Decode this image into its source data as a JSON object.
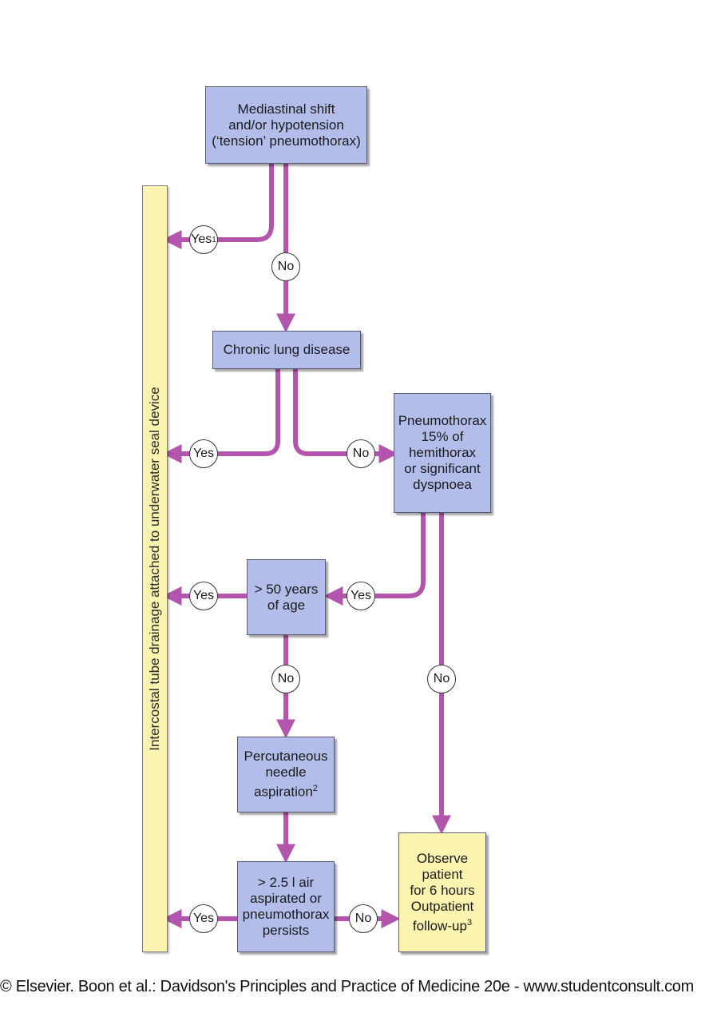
{
  "sidebar_label": "Intercostal tube drainage attached to underwater seal device",
  "boxes": {
    "mediastinal": [
      "Mediastinal shift",
      "and/or hypotension",
      "(‘tension’ pneumothorax)"
    ],
    "chronic": [
      "Chronic lung disease"
    ],
    "pneumothorax": [
      "Pneumothorax",
      "15% of",
      "hemithorax",
      "or significant",
      "dyspnoea"
    ],
    "age": [
      "> 50 years",
      "of age"
    ],
    "needle": [
      "Percutaneous",
      "needle",
      "aspiration"
    ],
    "needle_sup": "2",
    "aspirated": [
      "> 2.5 l air",
      "aspirated or",
      "pneumothorax",
      "persists"
    ],
    "observe": [
      "Observe",
      "patient",
      "for 6 hours",
      "Outpatient",
      "follow-up"
    ],
    "observe_sup": "3"
  },
  "decisions": {
    "yes": "Yes",
    "no": "No",
    "yes_sup": "1"
  },
  "credit": "© Elsevier. Boon et al.: Davidson's Principles and Practice of Medicine 20e - www.studentconsult.com",
  "colors": {
    "arrow": "#b455ad",
    "box_blue": "#b3bdea",
    "box_yellow": "#fbf3b0"
  }
}
